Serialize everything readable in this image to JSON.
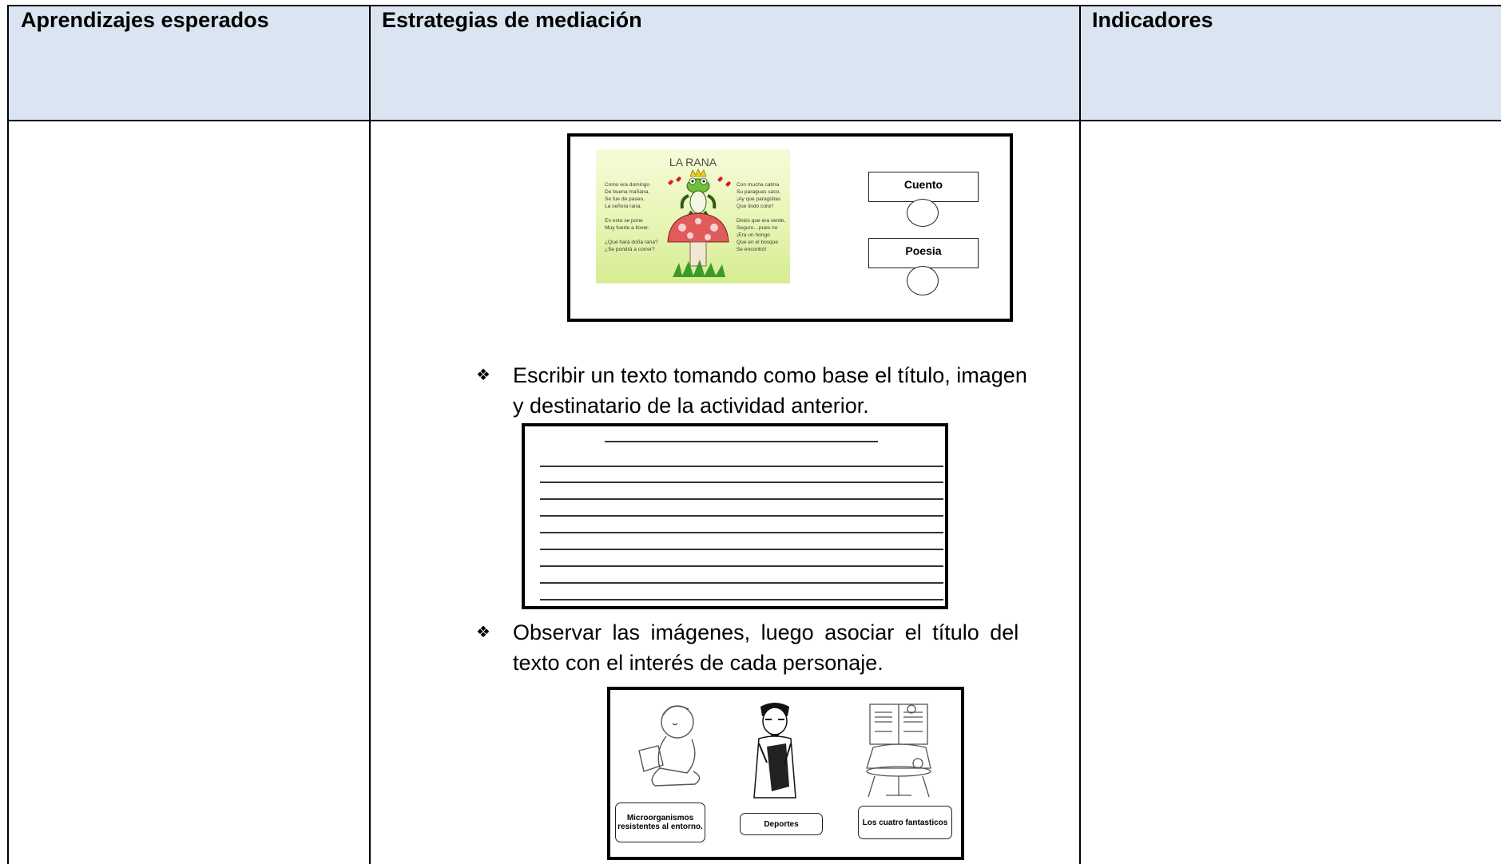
{
  "table": {
    "headers": [
      "Aprendizajes esperados",
      "Estrategias de mediación",
      "Indicadores"
    ]
  },
  "activity1": {
    "poem": {
      "title": "LA RANA",
      "left_col": "Como era domingo\nDe buena mañana,\nSe fue de paseo,\nLa señora rana.\n\nEn esto se pone\nMuy fuerte a llover.\n\n¿Qué hará doña rana?\n¿Se pondrá a correr?",
      "right_col": "Con mucha calma\nSu paraguas sacó,\n¡Ay que paragüitas\nQue lindo color!\n\nDiréis que era verde,\nSeguro…pues no\n¡Era un hongo\nQue en el bosque\nSe encontró!"
    },
    "options": [
      "Cuento",
      "Poesia"
    ]
  },
  "bullets": [
    {
      "symbol": "❖",
      "lines": [
        "Escribir un texto tomando como base el título, imagen",
        "y destinatario de la actividad anterior."
      ]
    },
    {
      "symbol": "❖",
      "lines": [
        "Observar las imágenes, luego asociar el título del",
        "texto con el interés de cada personaje."
      ]
    }
  ],
  "activity3": {
    "labels": [
      "Microorganismos resistentes al entorno.",
      "Deportes",
      "Los cuatro fantasticos"
    ]
  }
}
